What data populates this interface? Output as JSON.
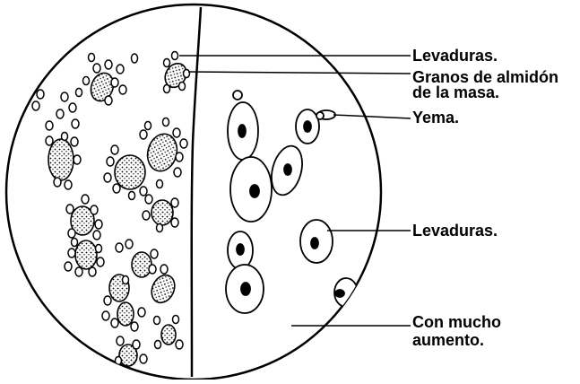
{
  "labels": {
    "levaduras_top": "Levaduras.",
    "granos_line1": "Granos de almidón",
    "granos_line2": "de la masa.",
    "yema": "Yema.",
    "levaduras_right": "Levaduras.",
    "aumento_line1": "Con mucho",
    "aumento_line2": "aumento."
  },
  "colors": {
    "ink": "#000000",
    "background": "#ffffff"
  }
}
